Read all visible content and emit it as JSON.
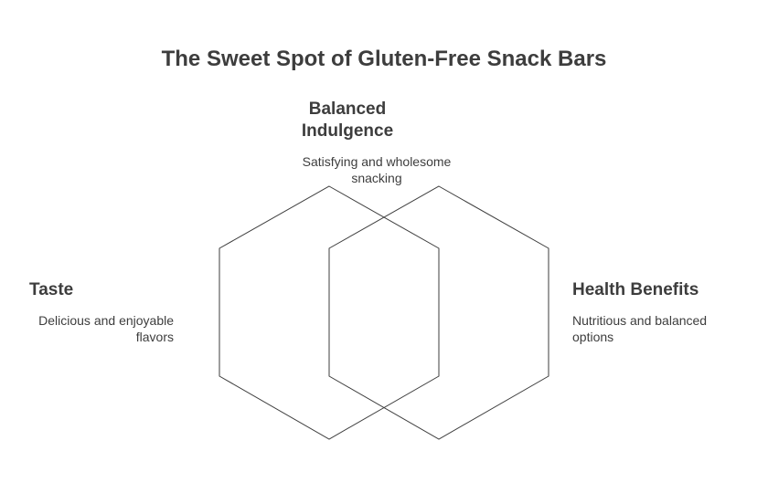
{
  "diagram": {
    "title": "The Sweet Spot of Gluten-Free Snack Bars",
    "line_color": "#3d3d3d",
    "text_color": "#3d3d3d",
    "center": {
      "heading": "Balanced Indulgence",
      "description": "Satisfying and wholesome snacking"
    },
    "left": {
      "heading": "Taste",
      "description": "Delicious and enjoyable flavors"
    },
    "right": {
      "heading": "Health Benefits",
      "description": "Nutritious and balanced options"
    }
  }
}
